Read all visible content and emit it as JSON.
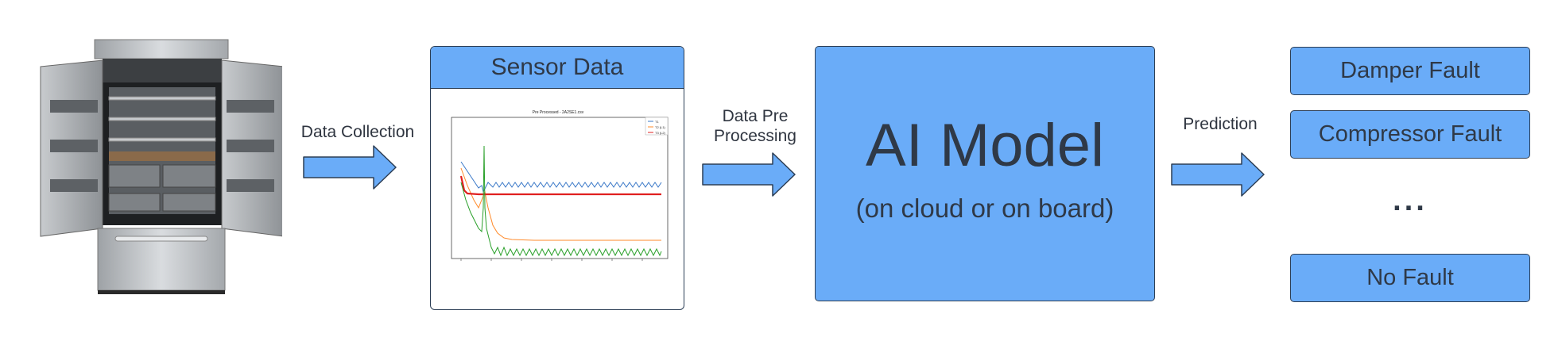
{
  "labels": {
    "data_collection": "Data Collection",
    "pre_processing": [
      "Data Pre",
      "Processing"
    ],
    "prediction": "Prediction"
  },
  "sensor_card": {
    "title": "Sensor Data",
    "plot_title": "Pre Processed - 2A2SE1.csv",
    "legend": [
      "T1",
      "T2 (L1)",
      "T3 (L2)"
    ]
  },
  "model": {
    "title": "AI Model",
    "subtitle": "(on cloud or on board)"
  },
  "outputs": {
    "items": [
      "Damper Fault",
      "Compressor Fault",
      "No Fault"
    ],
    "ellipsis": "..."
  },
  "colors": {
    "box_fill": "#6aacf8",
    "box_border": "#2c3e55",
    "series_blue": "#3a78c8",
    "series_orange": "#ff8a2a",
    "series_red": "#e02020",
    "series_green": "#2aa02a"
  }
}
